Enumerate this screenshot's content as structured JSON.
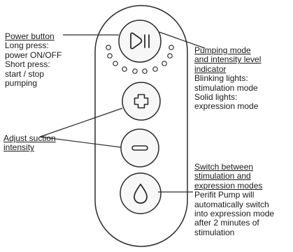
{
  "power": {
    "title": "Power button",
    "lines": [
      "Long press:",
      "power ON/OFF",
      "Short press:",
      "start / stop",
      "pumping"
    ]
  },
  "indicator": {
    "title_lines": [
      "Pumping mode",
      "and intensity level",
      "indicator"
    ],
    "lines": [
      "Blinking lights:",
      "stimulation mode",
      "Solid lights:",
      "expression mode"
    ]
  },
  "adjust": {
    "title_lines": [
      "Adjust suction",
      "intensity"
    ]
  },
  "switch": {
    "title_lines": [
      "Switch between",
      "stimulation and",
      "expression modes"
    ],
    "lines": [
      "Perifit Pump will",
      "automatically switch",
      "into expression mode",
      "after 2 minutes of",
      "stimulation"
    ]
  },
  "icons": {
    "power_button": "play-pause-icon",
    "plus_button": "plus-icon",
    "minus_button": "minus-icon",
    "mode_button": "droplet-icon"
  },
  "colors": {
    "line": "#2b2b2b",
    "button_fill": "#f7f7f7",
    "body_fill": "#ffffff"
  }
}
